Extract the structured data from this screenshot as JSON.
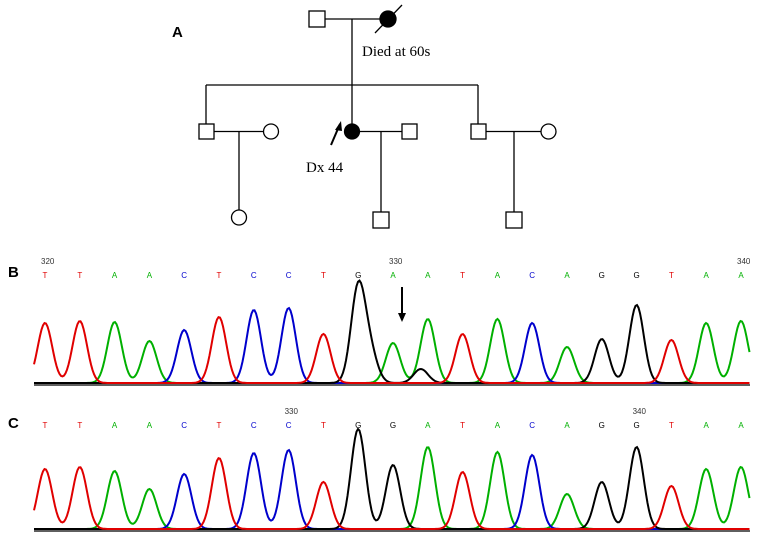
{
  "panels": {
    "a": "A",
    "b": "B",
    "c": "C"
  },
  "pedigree": {
    "died_label": "Died at 60s",
    "dx_label": "Dx 44"
  },
  "colors": {
    "A": "#00b000",
    "C": "#0000cc",
    "G": "#000000",
    "T": "#e00000"
  },
  "chromatogram_b": {
    "bases": [
      "T",
      "T",
      "A",
      "A",
      "C",
      "T",
      "C",
      "C",
      "T",
      "G",
      "A",
      "A",
      "T",
      "A",
      "C",
      "A",
      "G",
      "G",
      "T",
      "A",
      "A"
    ],
    "positions": [
      {
        "label": "320",
        "index": 0
      },
      {
        "label": "330",
        "index": 10
      },
      {
        "label": "340",
        "index": 20
      }
    ]
  },
  "chromatogram_c": {
    "bases": [
      "T",
      "T",
      "A",
      "A",
      "C",
      "T",
      "C",
      "C",
      "T",
      "G",
      "G",
      "A",
      "T",
      "A",
      "C",
      "A",
      "G",
      "G",
      "T",
      "A",
      "A"
    ],
    "positions": [
      {
        "label": "330",
        "index": 7
      },
      {
        "label": "340",
        "index": 17
      }
    ]
  }
}
